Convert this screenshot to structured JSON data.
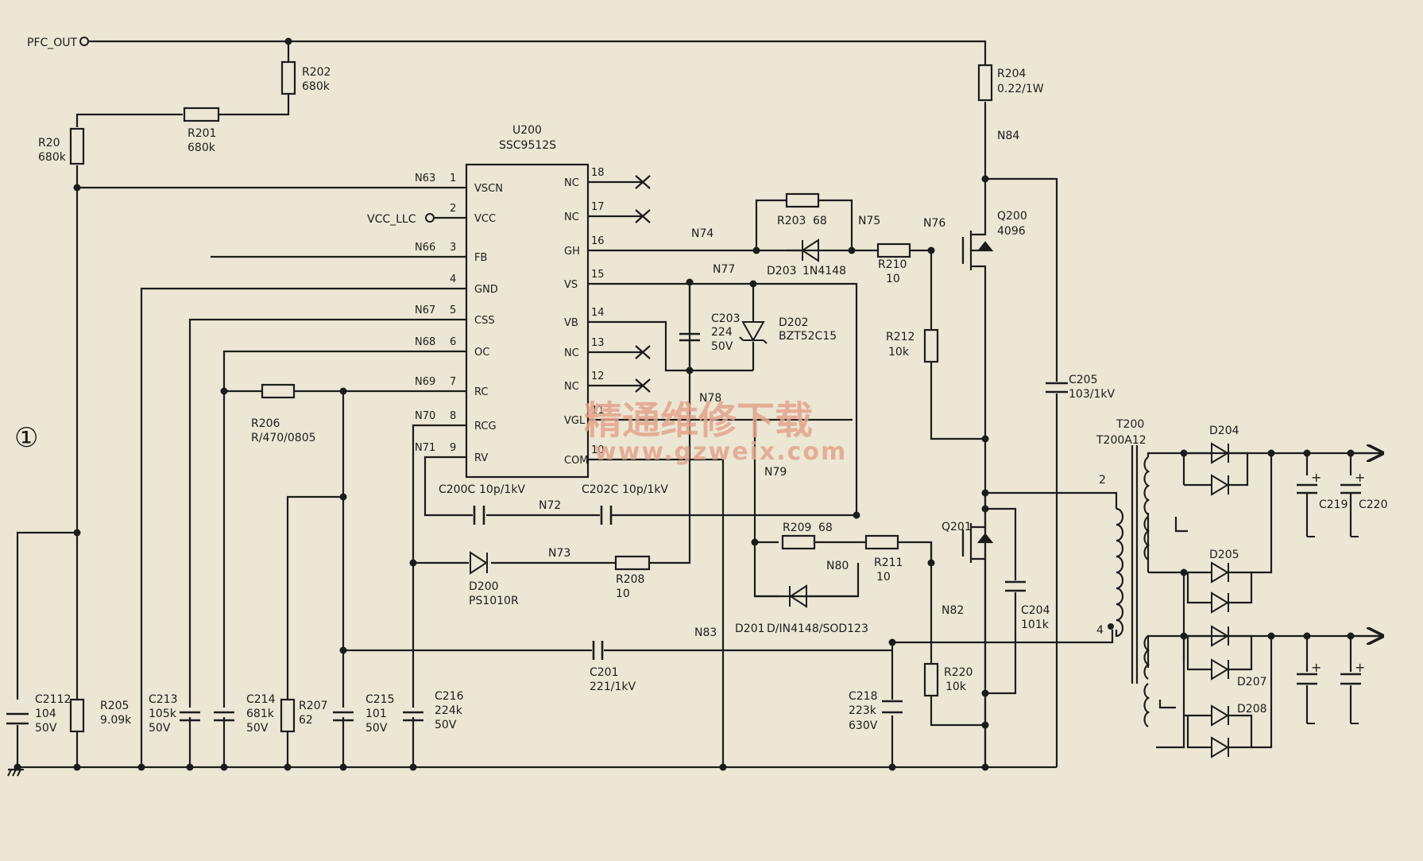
{
  "figure_number": "①",
  "ports": {
    "pfc_out": "PFC_OUT",
    "vcc_llc": "VCC_LLC"
  },
  "ic": {
    "ref": "U200",
    "part": "SSC9512S",
    "pins_left": [
      {
        "num": "1",
        "name": "VSCN",
        "net": "N63"
      },
      {
        "num": "2",
        "name": "VCC",
        "net": ""
      },
      {
        "num": "3",
        "name": "FB",
        "net": "N66"
      },
      {
        "num": "4",
        "name": "GND",
        "net": ""
      },
      {
        "num": "5",
        "name": "CSS",
        "net": "N67"
      },
      {
        "num": "6",
        "name": "OC",
        "net": "N68"
      },
      {
        "num": "7",
        "name": "RC",
        "net": "N69"
      },
      {
        "num": "8",
        "name": "RCG",
        "net": "N70"
      },
      {
        "num": "9",
        "name": "RV",
        "net": "N71"
      }
    ],
    "pins_right": [
      {
        "num": "18",
        "name": "NC"
      },
      {
        "num": "17",
        "name": "NC"
      },
      {
        "num": "16",
        "name": "GH"
      },
      {
        "num": "15",
        "name": "VS"
      },
      {
        "num": "14",
        "name": "VB"
      },
      {
        "num": "13",
        "name": "NC"
      },
      {
        "num": "12",
        "name": "NC"
      },
      {
        "num": "11",
        "name": "VGL"
      },
      {
        "num": "10",
        "name": "COM"
      }
    ]
  },
  "components": {
    "r202": {
      "ref": "R202",
      "value": "680k"
    },
    "r201": {
      "ref": "R201",
      "value": "680k"
    },
    "r20": {
      "ref": "R20",
      "value": "680k"
    },
    "r204": {
      "ref": "R204",
      "value": "0.22/1W"
    },
    "r203": {
      "ref": "R203",
      "value": "68"
    },
    "d203": {
      "ref": "D203",
      "value": "1N4148"
    },
    "r210": {
      "ref": "R210",
      "value": "10"
    },
    "q200": {
      "ref": "Q200",
      "value": "4096"
    },
    "c203": {
      "ref": "C203",
      "value": "224",
      "rating": "50V"
    },
    "d202": {
      "ref": "D202",
      "value": "BZT52C15"
    },
    "r212": {
      "ref": "R212",
      "value": "10k"
    },
    "c205": {
      "ref": "C205",
      "value": "103/1kV"
    },
    "r206": {
      "ref": "R206",
      "value": "R/470/0805"
    },
    "c200c": {
      "ref": "C200C",
      "value": "10p/1kV"
    },
    "c202c": {
      "ref": "C202C",
      "value": "10p/1kV"
    },
    "r209": {
      "ref": "R209",
      "value": "68"
    },
    "r211": {
      "ref": "R211",
      "value": "10"
    },
    "q201": {
      "ref": "Q201",
      "value": ""
    },
    "d200": {
      "ref": "D200",
      "value": "PS1010R"
    },
    "r208": {
      "ref": "R208",
      "value": "10"
    },
    "d201": {
      "ref": "D201",
      "value": "D/IN4148/SOD123"
    },
    "c204": {
      "ref": "C204",
      "value": "101k"
    },
    "c201": {
      "ref": "C201",
      "value": "221/1kV"
    },
    "r220": {
      "ref": "R220",
      "value": "10k"
    },
    "c218": {
      "ref": "C218",
      "value": "223k",
      "rating": "630V"
    },
    "c2112": {
      "ref": "C2112",
      "value": "104",
      "rating": "50V"
    },
    "r205": {
      "ref": "R205",
      "value": "9.09k"
    },
    "c213": {
      "ref": "C213",
      "value": "105k",
      "rating": "50V"
    },
    "c214": {
      "ref": "C214",
      "value": "681k",
      "rating": "50V"
    },
    "r207": {
      "ref": "R207",
      "value": "62"
    },
    "c215": {
      "ref": "C215",
      "value": "101",
      "rating": "50V"
    },
    "c216": {
      "ref": "C216",
      "value": "224k",
      "rating": "50V"
    },
    "t200": {
      "ref": "T200",
      "value": "T200A12"
    },
    "d204": {
      "ref": "D204"
    },
    "d205": {
      "ref": "D205"
    },
    "d207": {
      "ref": "D207"
    },
    "d208": {
      "ref": "D208"
    },
    "c219": {
      "ref": "C219"
    },
    "c220": {
      "ref": "C220"
    }
  },
  "nets": {
    "n72": "N72",
    "n73": "N73",
    "n74": "N74",
    "n75": "N75",
    "n76": "N76",
    "n77": "N77",
    "n78": "N78",
    "n79": "N79",
    "n80": "N80",
    "n82": "N82",
    "n83": "N83",
    "n84": "N84"
  },
  "transformer_pins": {
    "p2": "2",
    "p4": "4"
  },
  "watermark": {
    "line1": "精通维修下载",
    "line2": "www.gzweix.com"
  }
}
